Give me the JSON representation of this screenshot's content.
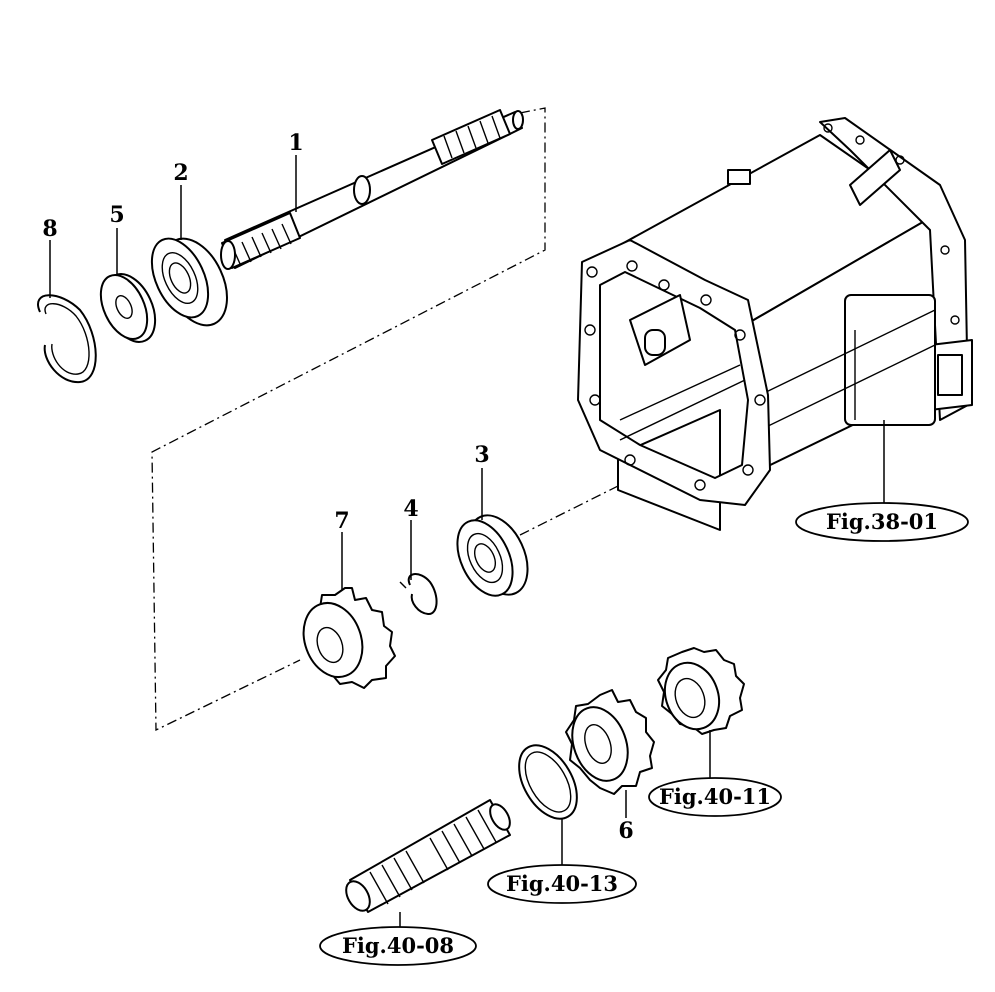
{
  "callouts": {
    "p1": "1",
    "p2": "2",
    "p3": "3",
    "p4": "4",
    "p5": "5",
    "p6": "6",
    "p7": "7",
    "p8": "8"
  },
  "figure_refs": {
    "housing": "Fig.38-01",
    "gear": "Fig.40-11",
    "ring": "Fig.40-13",
    "shaft": "Fig.40-08"
  }
}
